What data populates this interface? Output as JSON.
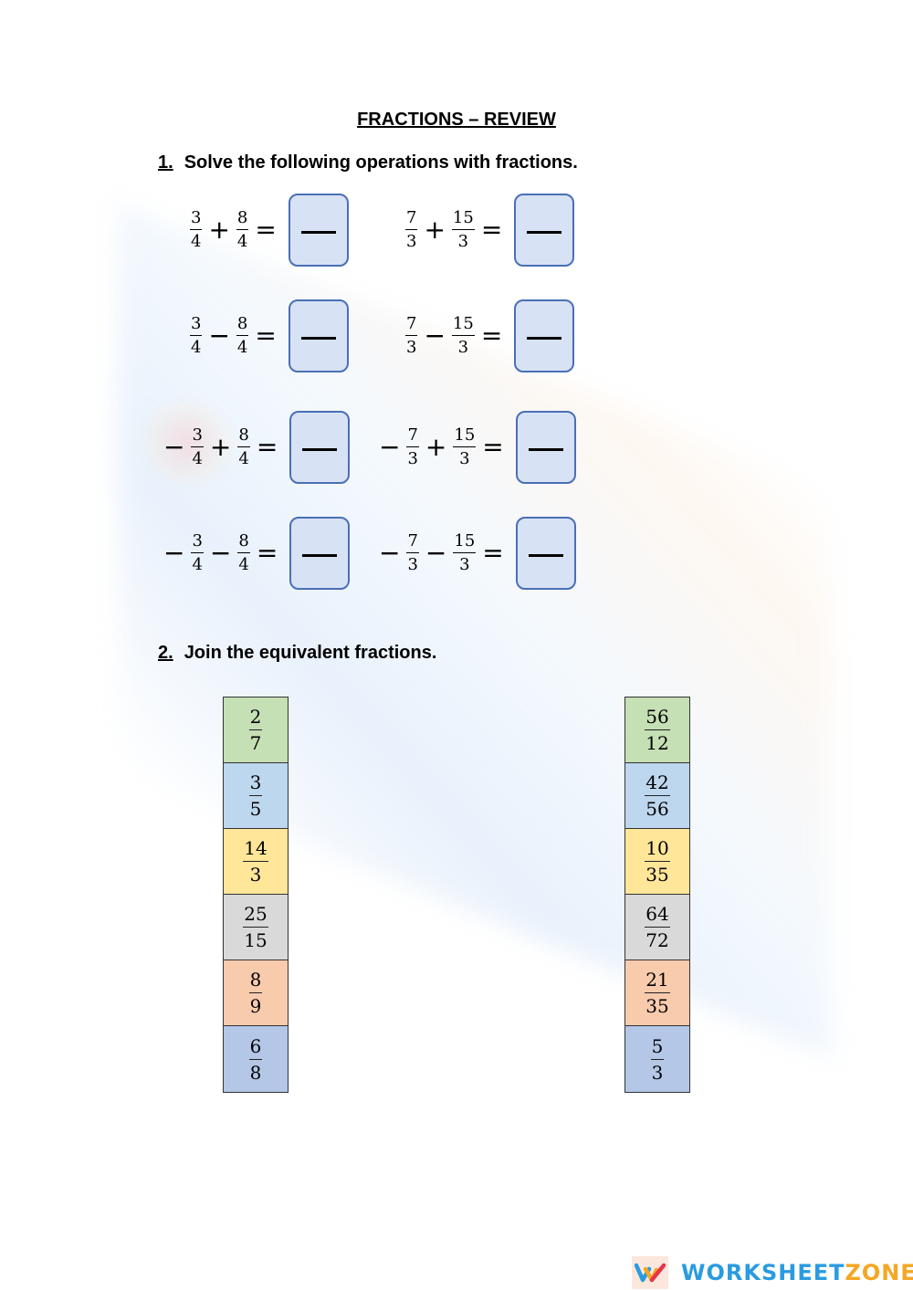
{
  "title": "FRACTIONS – REVIEW",
  "question1": {
    "number": "1.",
    "text": "Solve the following operations with fractions.",
    "equations": [
      {
        "lead": "",
        "a": {
          "n": "3",
          "d": "4"
        },
        "op": "+",
        "b": {
          "n": "8",
          "d": "4"
        },
        "eq": "="
      },
      {
        "lead": "",
        "a": {
          "n": "7",
          "d": "3"
        },
        "op": "+",
        "b": {
          "n": "15",
          "d": "3"
        },
        "eq": "="
      },
      {
        "lead": "",
        "a": {
          "n": "3",
          "d": "4"
        },
        "op": "−",
        "b": {
          "n": "8",
          "d": "4"
        },
        "eq": "="
      },
      {
        "lead": "",
        "a": {
          "n": "7",
          "d": "3"
        },
        "op": "−",
        "b": {
          "n": "15",
          "d": "3"
        },
        "eq": "="
      },
      {
        "lead": "−",
        "a": {
          "n": "3",
          "d": "4"
        },
        "op": "+",
        "b": {
          "n": "8",
          "d": "4"
        },
        "eq": "="
      },
      {
        "lead": "−",
        "a": {
          "n": "7",
          "d": "3"
        },
        "op": "+",
        "b": {
          "n": "15",
          "d": "3"
        },
        "eq": "="
      },
      {
        "lead": "−",
        "a": {
          "n": "3",
          "d": "4"
        },
        "op": "−",
        "b": {
          "n": "8",
          "d": "4"
        },
        "eq": "="
      },
      {
        "lead": "−",
        "a": {
          "n": "7",
          "d": "3"
        },
        "op": "−",
        "b": {
          "n": "15",
          "d": "3"
        },
        "eq": "="
      }
    ]
  },
  "question2": {
    "number": "2.",
    "text": "Join the equivalent fractions.",
    "left_column": [
      {
        "n": "2",
        "d": "7",
        "color": "#c5e0b4"
      },
      {
        "n": "3",
        "d": "5",
        "color": "#bdd7ee"
      },
      {
        "n": "14",
        "d": "3",
        "color": "#ffe699"
      },
      {
        "n": "25",
        "d": "15",
        "color": "#d9d9d9"
      },
      {
        "n": "8",
        "d": "9",
        "color": "#f8cbad"
      },
      {
        "n": "6",
        "d": "8",
        "color": "#b4c7e7"
      }
    ],
    "right_column": [
      {
        "n": "56",
        "d": "12",
        "color": "#c5e0b4"
      },
      {
        "n": "42",
        "d": "56",
        "color": "#bdd7ee"
      },
      {
        "n": "10",
        "d": "35",
        "color": "#ffe699"
      },
      {
        "n": "64",
        "d": "72",
        "color": "#d9d9d9"
      },
      {
        "n": "21",
        "d": "35",
        "color": "#f8cbad"
      },
      {
        "n": "5",
        "d": "3",
        "color": "#b4c7e7"
      }
    ]
  },
  "footer": {
    "logo_part1": "WORKSHEET",
    "logo_part2": "ZONE",
    "color_part1": "#2a9be0",
    "color_part2": "#f5a623"
  }
}
